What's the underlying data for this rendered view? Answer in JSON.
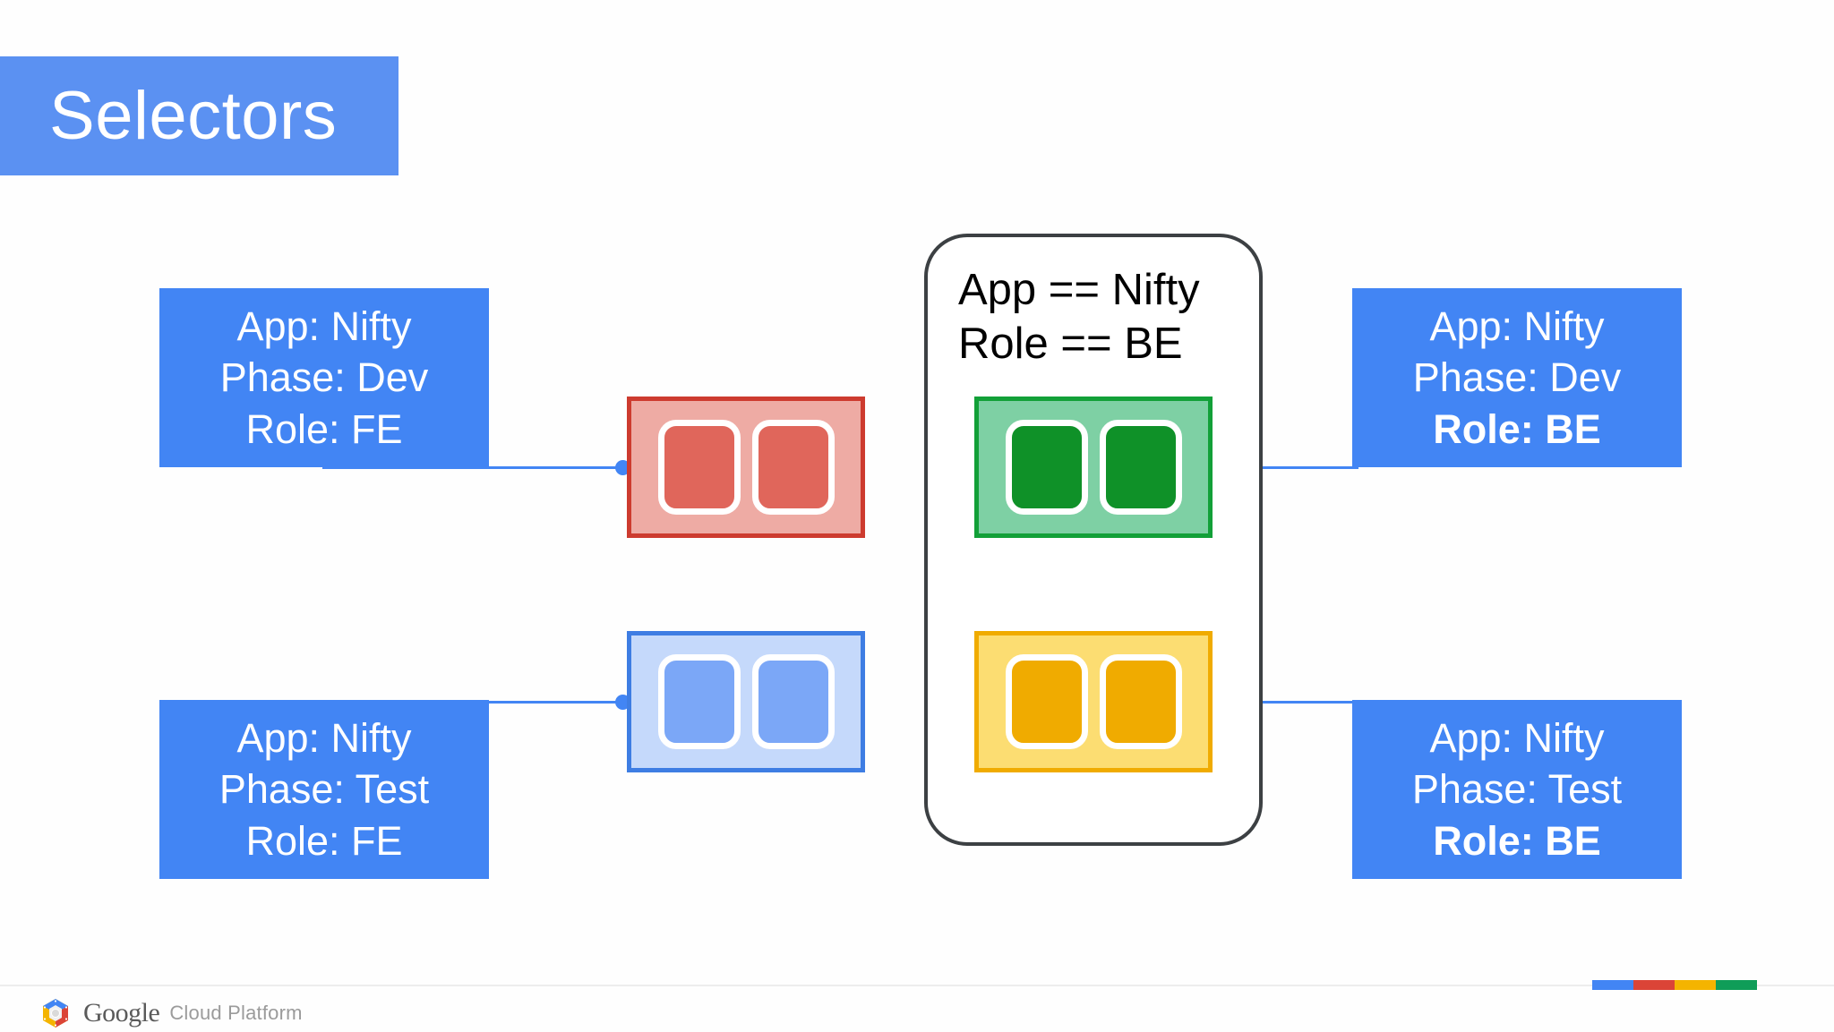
{
  "slide": {
    "title": "Selectors",
    "background_color": "#fefefe",
    "title_banner_color": "#5b91f2"
  },
  "selector": {
    "text": "App == Nifty\nRole == BE",
    "line1": "App == Nifty",
    "line2": "Role == BE",
    "box_border_color": "#3c4043"
  },
  "labels": {
    "top_left": {
      "line1": "App: Nifty",
      "line2": "Phase: Dev",
      "line3": "Role: FE",
      "line3_bold": false,
      "color": "#4285f4"
    },
    "bottom_left": {
      "line1": "App: Nifty",
      "line2": "Phase: Test",
      "line3": "Role: FE",
      "line3_bold": false,
      "color": "#4285f4"
    },
    "top_right": {
      "line1": "App: Nifty",
      "line2": "Phase: Dev",
      "line3": "Role: BE",
      "line3_bold": true,
      "color": "#4285f4"
    },
    "bottom_right": {
      "line1": "App: Nifty",
      "line2": "Phase: Test",
      "line3": "Role: BE",
      "line3_bold": true,
      "color": "#4285f4"
    }
  },
  "pods": [
    {
      "name": "pod-red",
      "selected": false,
      "border_color": "#cd3b2f",
      "fill_color": "#eeaba4",
      "container_color": "#e0665b",
      "container_count": 2
    },
    {
      "name": "pod-blue",
      "selected": false,
      "border_color": "#3e7de3",
      "fill_color": "#c5d9fb",
      "container_color": "#7ba7f7",
      "container_count": 2
    },
    {
      "name": "pod-green",
      "selected": true,
      "border_color": "#12a038",
      "fill_color": "#7ed0a4",
      "container_color": "#0f9128",
      "container_count": 2
    },
    {
      "name": "pod-yellow",
      "selected": true,
      "border_color": "#f0ab00",
      "fill_color": "#fcdd72",
      "container_color": "#f0ab00",
      "container_count": 2
    }
  ],
  "connectors": {
    "color": "#4285f4",
    "count": 4
  },
  "footer": {
    "logo_google": "Google",
    "logo_cloud_platform": "Cloud Platform",
    "brand_bar_colors": [
      "#4285f4",
      "#db4437",
      "#f4b400",
      "#0f9d58"
    ]
  }
}
